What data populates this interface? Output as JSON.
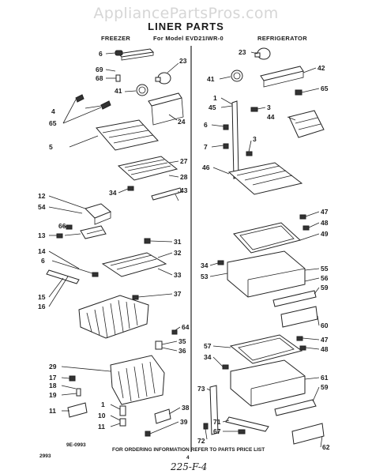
{
  "watermark": "AppliancePartsPros.com",
  "title": "LINER PARTS",
  "subtitle": "For Model EVD21IWR-0",
  "section_freezer": "FREEZER",
  "section_refrigerator": "REFRIGERATOR",
  "footer_note": "FOR ORDERING INFORMATION REFER TO PARTS PRICE LIST",
  "page_number": "4",
  "doc_code": "2993",
  "diagram_code": "9E-0993",
  "handwritten": "225-F-4",
  "callouts": {
    "c6a": "6",
    "c69": "69",
    "c68": "68",
    "c23a": "23",
    "c41a": "41",
    "c4": "4",
    "c65a": "65",
    "c24": "24",
    "c5": "5",
    "c27": "27",
    "c28": "28",
    "c34a": "34",
    "c43": "43",
    "c12": "12",
    "c54": "54",
    "c66": "66",
    "c13": "13",
    "c31": "31",
    "c14": "14",
    "c6b": "6",
    "c32": "32",
    "c33": "33",
    "c15": "15",
    "c16": "16",
    "c37": "37",
    "c64": "64",
    "c35": "35",
    "c36": "36",
    "c29": "29",
    "c17": "17",
    "c18": "18",
    "c19": "19",
    "c11a": "11",
    "c1": "1",
    "c10": "10",
    "c11b": "11",
    "c38": "38",
    "c39": "39",
    "c23b": "23",
    "c42": "42",
    "c41b": "41",
    "c65b": "65",
    "c1b": "1",
    "c45": "45",
    "c3a": "3",
    "c44": "44",
    "c6c": "6",
    "c7": "7",
    "c3b": "3",
    "c46": "46",
    "c47a": "47",
    "c48a": "48",
    "c49": "49",
    "c34b": "34",
    "c53": "53",
    "c55": "55",
    "c56": "56",
    "c59a": "59",
    "c60": "60",
    "c47b": "47",
    "c57": "57",
    "c34c": "34",
    "c48b": "48",
    "c61": "61",
    "c59b": "59",
    "c73": "73",
    "c71": "71",
    "c67": "67",
    "c72": "72",
    "c62": "62"
  }
}
